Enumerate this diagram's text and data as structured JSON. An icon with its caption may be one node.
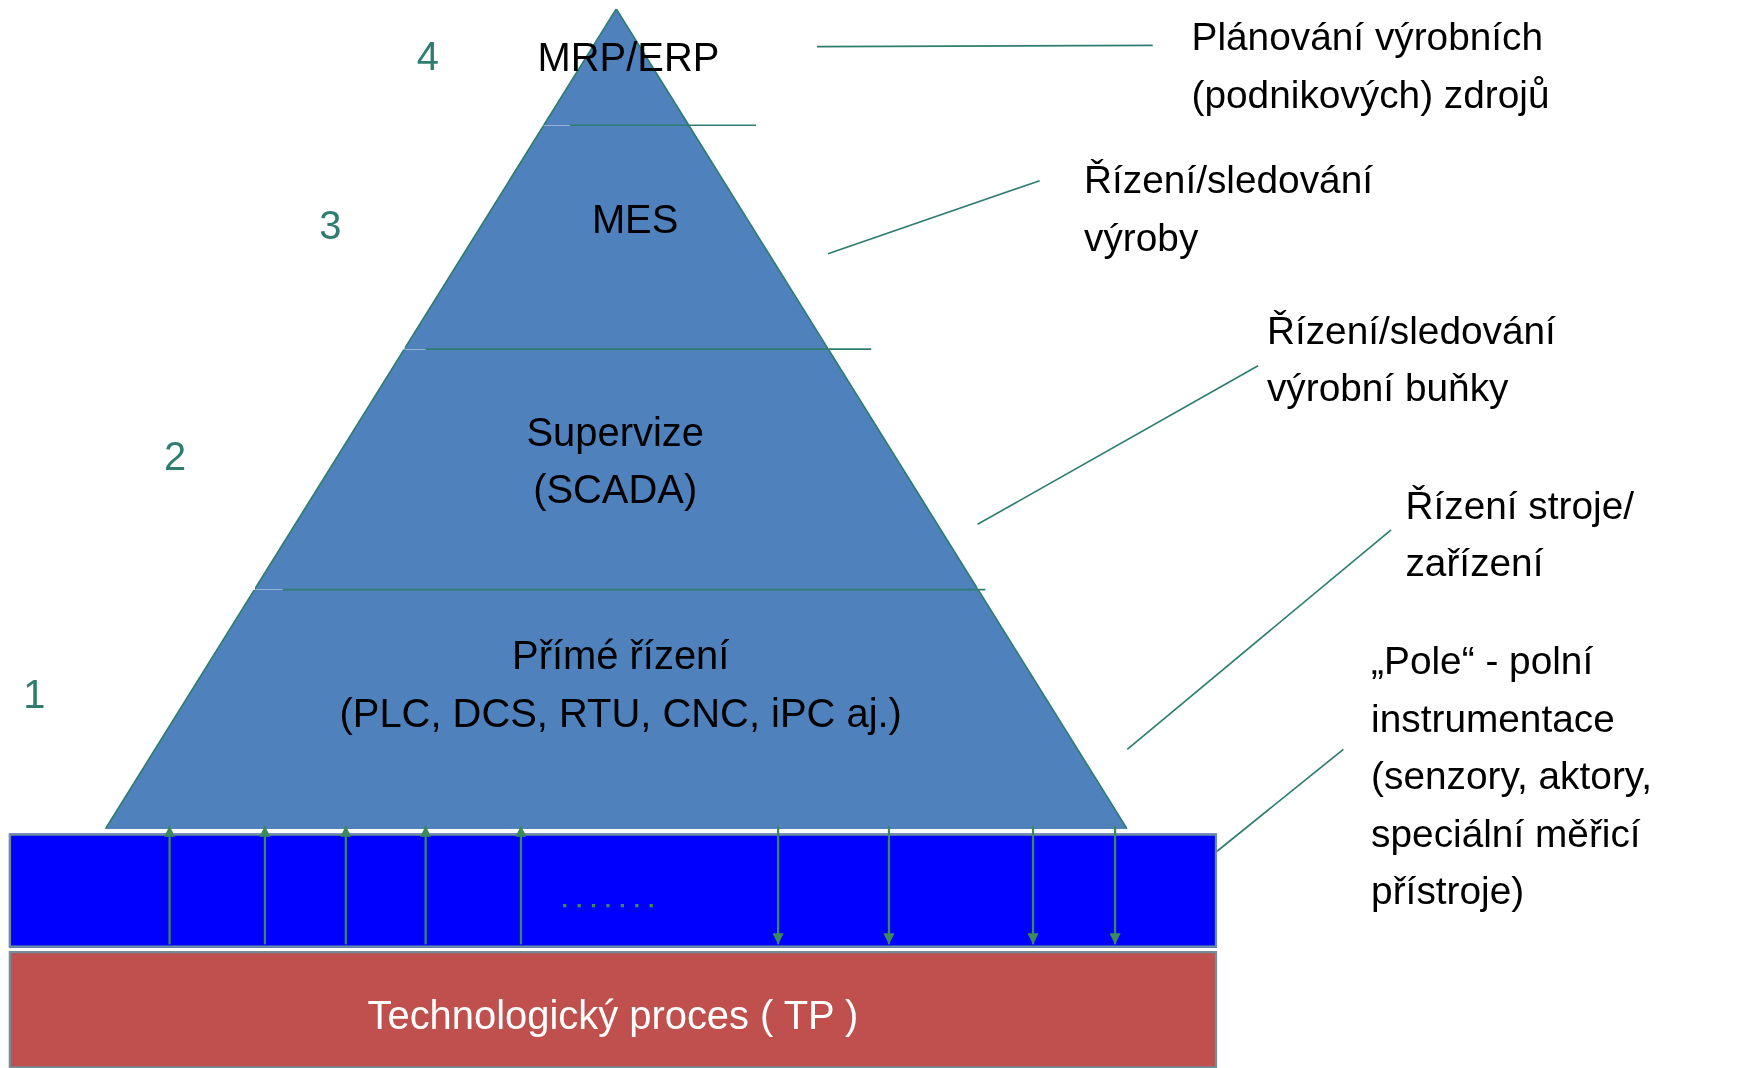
{
  "diagram": {
    "nodes": [
      {
        "text": [
          "MRP/ERP"
        ]
      },
      {
        "text": [
          "MES"
        ]
      },
      {
        "text": [
          "Supervize (SCADA)"
        ]
      },
      {
        "text": [
          "Přímé řízení",
          "(PLC, DCS, RTU, CNC, iPC aj.)"
        ]
      },
      {
        "text": [],
        "shape": "bar"
      },
      {
        "text": [
          "Technologický proces ( TP )"
        ]
      },
      {
        "text": [
          "Plánování výrobních (podnikových) zdrojů"
        ]
      },
      {
        "text": [
          "Řízení/sledování výroby"
        ]
      },
      {
        "text": [
          "Řízení/sledování výrobní buňky"
        ]
      },
      {
        "text": [
          "Řízení stroje/ zařízení"
        ]
      },
      {
        "text": [
          "„Pole“ - polní instrumentace (senzory, aktory, speciální měřicí přístroje)"
        ]
      }
    ],
    "edges": [
      {
        "from": 6,
        "to": 0,
        "arrow": "none",
        "color": "#2e7d6e"
      },
      {
        "from": 7,
        "to": 1,
        "arrow": "none",
        "color": "#2e7d6e"
      },
      {
        "from": 8,
        "to": 2,
        "arrow": "none",
        "color": "#2e7d6e"
      },
      {
        "from": 9,
        "to": 3,
        "arrow": "none",
        "color": "#2e7d6e"
      },
      {
        "from": 10,
        "to": 4,
        "arrow": "none",
        "color": "#2e7d6e"
      },
      {
        "from": 4,
        "to": 3,
        "arrow": "to"
      },
      {
        "from": 4,
        "to": 3,
        "arrow": "to"
      },
      {
        "from": 4,
        "to": 3,
        "arrow": "to"
      },
      {
        "from": 4,
        "to": 3,
        "arrow": "to"
      },
      {
        "from": 4,
        "to": 3,
        "arrow": "to"
      },
      {
        "from": 3,
        "to": 4,
        "arrow": "to"
      },
      {
        "from": 3,
        "to": 4,
        "arrow": "to"
      },
      {
        "from": 3,
        "to": 4,
        "arrow": "to"
      },
      {
        "from": 3,
        "to": 4,
        "arrow": "to"
      }
    ],
    "labels": [
      "4",
      "3",
      "2",
      "1"
    ]
  }
}
